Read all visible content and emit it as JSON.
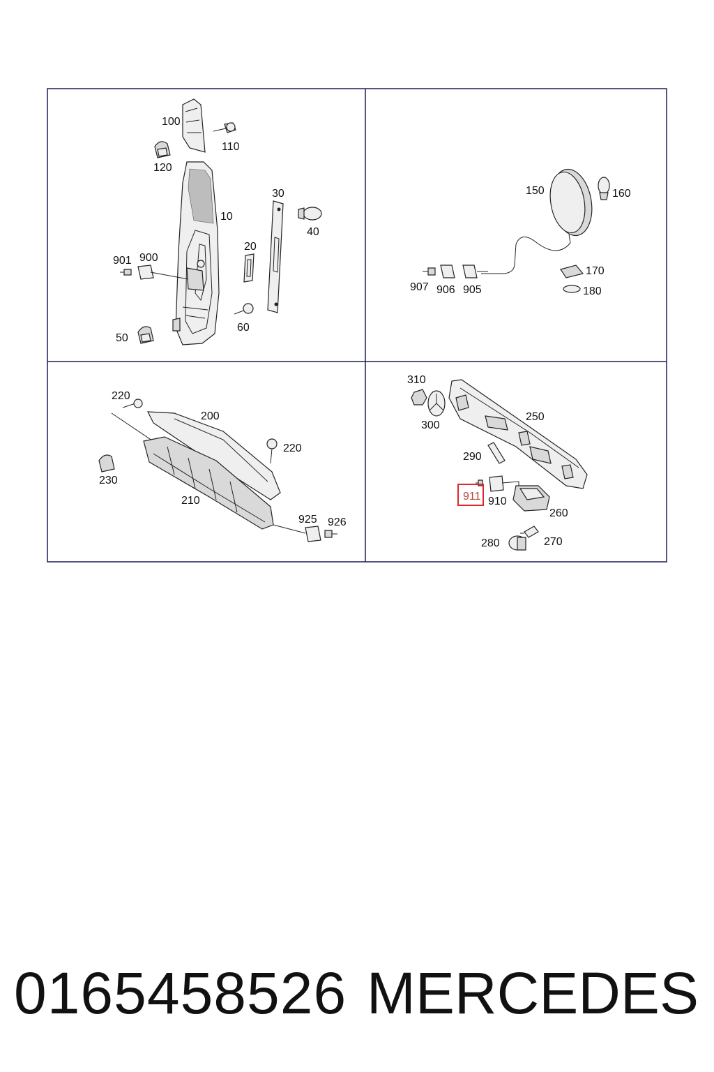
{
  "panels": {
    "top_left": {
      "labels": [
        "100",
        "110",
        "120",
        "10",
        "30",
        "40",
        "20",
        "901",
        "900",
        "60",
        "50"
      ]
    },
    "top_right": {
      "labels": [
        "150",
        "160",
        "170",
        "180",
        "907",
        "906",
        "905"
      ]
    },
    "bottom_left": {
      "labels": [
        "220",
        "200",
        "220",
        "230",
        "210",
        "925",
        "926"
      ]
    },
    "bottom_right": {
      "labels": [
        "310",
        "300",
        "250",
        "290",
        "911",
        "910",
        "260",
        "280",
        "270"
      ],
      "highlighted": "911"
    }
  },
  "footer": {
    "part_number": "0165458526",
    "brand": "MERCEDES"
  },
  "colors": {
    "highlight": "#e0262a",
    "frame": "#1c1c5a"
  }
}
